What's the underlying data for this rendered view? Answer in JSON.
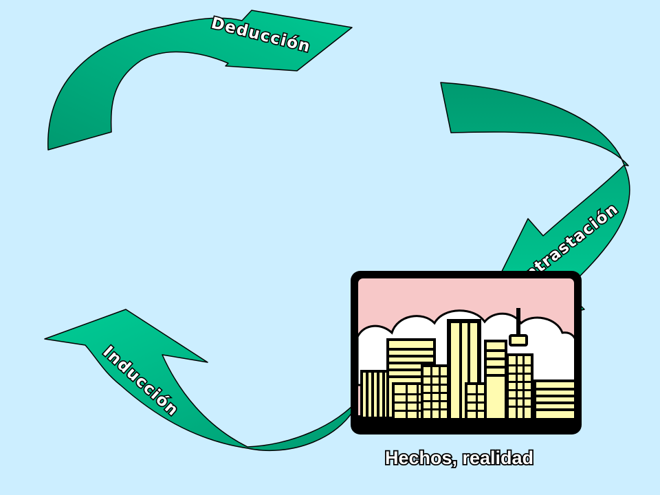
{
  "diagram": {
    "arrows": [
      {
        "id": "deduccion",
        "label": "Deducción"
      },
      {
        "id": "contrastacion",
        "label": "Contrastación"
      },
      {
        "id": "induccion",
        "label": "Inducción"
      }
    ],
    "node": {
      "label": "Hechos, realidad",
      "icon": "city-skyline-icon"
    }
  },
  "colors": {
    "background": "#cceeff",
    "arrow_fill": "#00c38f",
    "arrow_shade": "#009a70",
    "city_sky": "#f7c8c8",
    "city_cloud": "#ffffff",
    "city_building": "#fffbb0",
    "outline": "#000000"
  }
}
